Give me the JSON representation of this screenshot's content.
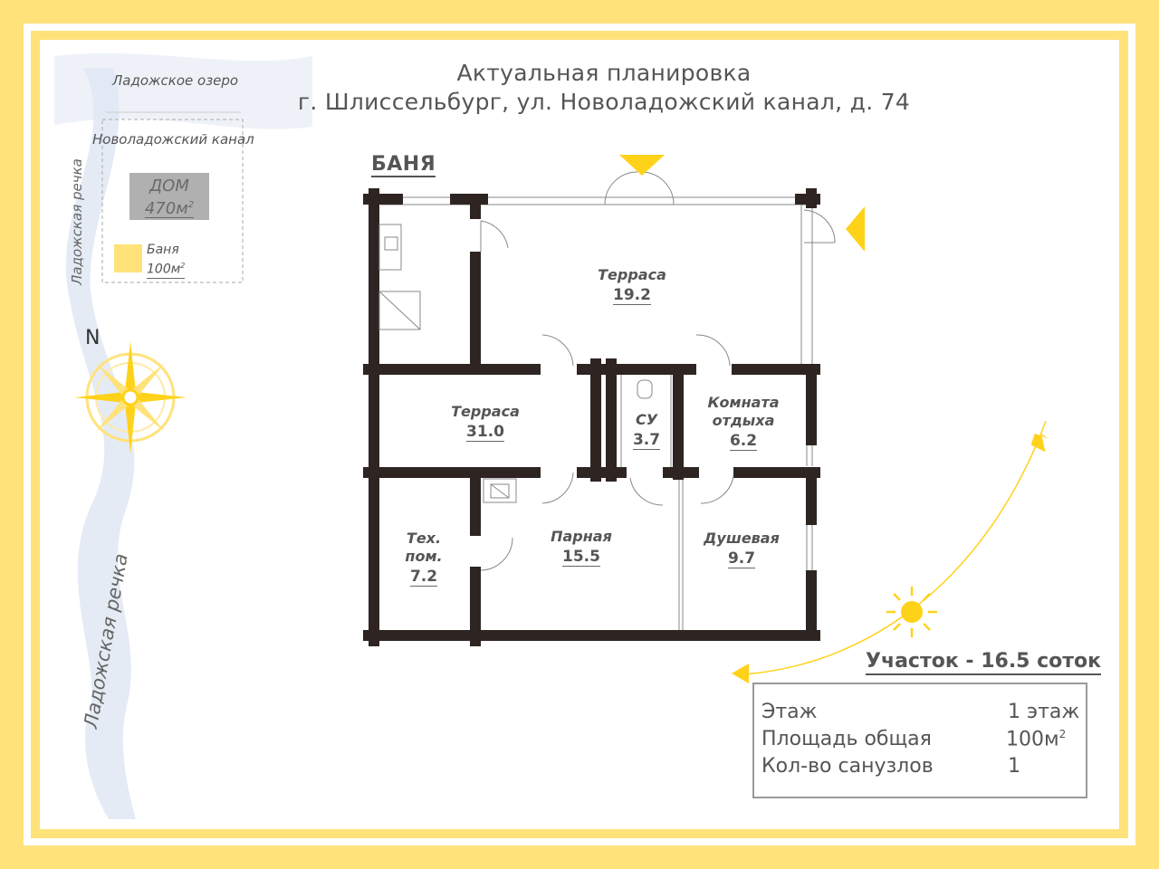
{
  "title": {
    "line1": "Актуальная планировка",
    "line2": "г. Шлиссельбург, ул. Новоладожский канал, д. 74"
  },
  "site_map": {
    "lake_label": "Ладожское озеро",
    "canal_label": "Новоладожский канал",
    "river_label_small": "Ладожская речка",
    "river_label_large": "Ладожская речка",
    "house_label": "ДОМ",
    "house_area_value": "470м",
    "house_area_sup": "2",
    "banya_label": "Баня",
    "banya_area_value": "100м",
    "banya_area_sup": "2",
    "north_label": "N"
  },
  "plan": {
    "section_title": "БАНЯ",
    "rooms": [
      {
        "name": "Терраса",
        "area": "19.2"
      },
      {
        "name": "Терраса",
        "area": "31.0"
      },
      {
        "name": "СУ",
        "area": "3.7"
      },
      {
        "name_line1": "Комната",
        "name_line2": "отдыха",
        "area": "6.2"
      },
      {
        "name_line1": "Тех.",
        "name_line2": "пом.",
        "area": "7.2"
      },
      {
        "name": "Парная",
        "area": "15.5"
      },
      {
        "name": "Душевая",
        "area": "9.7"
      }
    ]
  },
  "plot": {
    "title": "Участок - 16.5 соток",
    "rows": [
      {
        "label": "Этаж",
        "value": "1 этаж",
        "sup": ""
      },
      {
        "label": "Площадь общая",
        "value": "100м",
        "sup": "2"
      },
      {
        "label": "Кол-во санузлов",
        "value": "1",
        "sup": ""
      }
    ]
  },
  "colors": {
    "accent": "#ffe27a",
    "sun": "#ffd21a",
    "wall": "#2e2523",
    "river": "#dfe6f2"
  },
  "icons": [
    "compass-icon",
    "sun-icon",
    "sun-arrow-icon",
    "direction-marker-icon"
  ]
}
